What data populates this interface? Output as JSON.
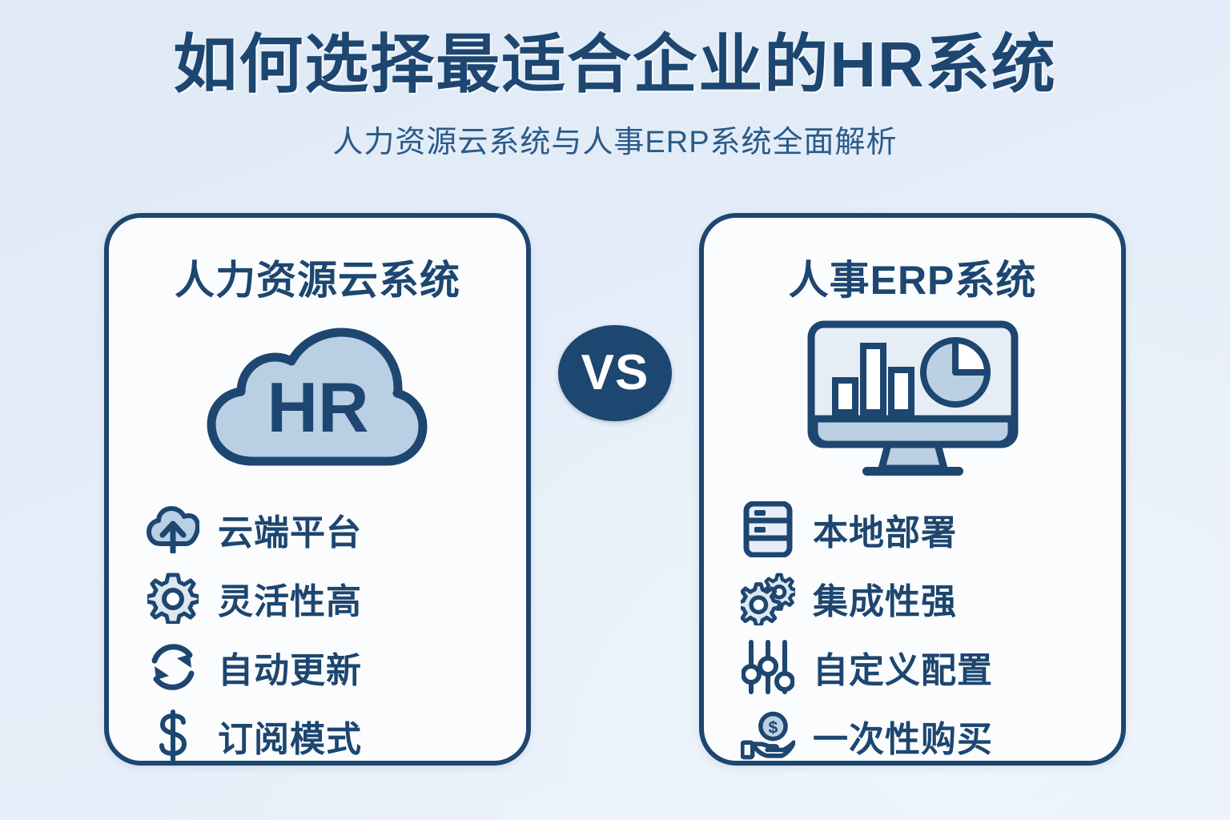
{
  "header": {
    "title": "如何选择最适合企业的HR系统",
    "subtitle": "人力资源云系统与人事ERP系统全面解析"
  },
  "vs": {
    "label": "VS"
  },
  "cards": [
    {
      "id": "hr-cloud",
      "title": "人力资源云系统",
      "hero_icon": "cloud-hr-icon",
      "hero_text": "HR",
      "features": [
        {
          "icon": "cloud-upload-icon",
          "label": "云端平台"
        },
        {
          "icon": "gear-icon",
          "label": "灵活性高"
        },
        {
          "icon": "refresh-sync-icon",
          "label": "自动更新"
        },
        {
          "icon": "dollar-sign-icon",
          "label": "订阅模式"
        }
      ]
    },
    {
      "id": "hr-erp",
      "title": "人事ERP系统",
      "hero_icon": "monitor-dashboard-icon",
      "hero_text": "",
      "features": [
        {
          "icon": "server-rack-icon",
          "label": "本地部署"
        },
        {
          "icon": "double-gears-icon",
          "label": "集成性强"
        },
        {
          "icon": "sliders-icon",
          "label": "自定义配置"
        },
        {
          "icon": "hand-coin-icon",
          "label": "一次性购买"
        }
      ]
    }
  ],
  "colors": {
    "navy": "#1d4670",
    "icon_fill": "#b9cfe4",
    "card_bg": "#fbfcfd",
    "page_bg": "#e2ecf7",
    "badge_text": "#ffffff"
  }
}
